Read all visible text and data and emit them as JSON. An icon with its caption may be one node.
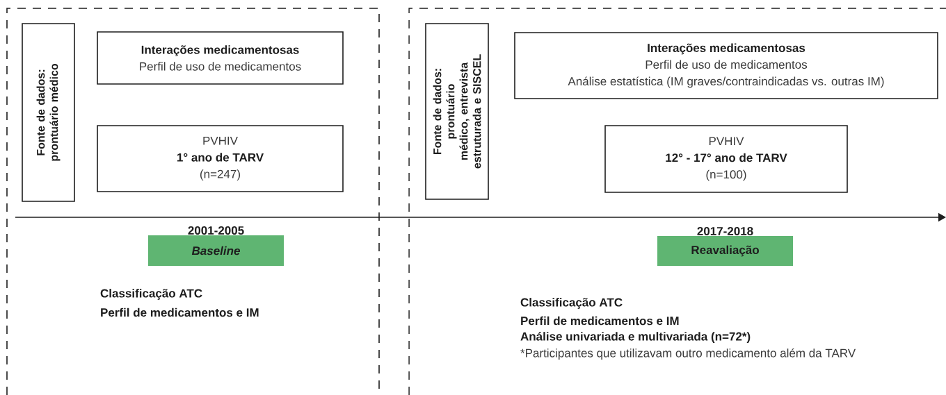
{
  "diagram": {
    "nodes": [
      {
        "text": [],
        "shape": "box"
      },
      {
        "text": [
          "Fonte de dados: prontuário médico"
        ],
        "in": 0
      },
      {
        "text": [
          "Interações medicamentosas",
          "Perfil de uso de medicamentos"
        ],
        "in": 0
      },
      {
        "text": [
          "PVHIV",
          "1° ano de TARV",
          "(n=247)"
        ],
        "in": 0
      },
      {
        "text": [
          "Baseline"
        ],
        "in": 0,
        "beside": [
          "2001-2005"
        ]
      },
      {
        "text": [],
        "shape": "box"
      },
      {
        "text": [
          "Fonte de dados: prontuário médico, entrevista estruturada e SISCEL"
        ],
        "in": 5
      },
      {
        "text": [
          "Interações medicamentosas",
          "Perfil de uso de medicamentos",
          "Análise estatística (IM graves/contraindicadas vs. outras IM)"
        ],
        "in": 5
      },
      {
        "text": [
          "PVHIV",
          "12° - 17° ano de TARV",
          "(n=100)"
        ],
        "in": 5
      },
      {
        "text": [
          "Reavaliação"
        ],
        "in": 5,
        "beside": [
          "2017-2018"
        ]
      }
    ],
    "labels": [
      "Classificação ATC",
      "Perfil de medicamentos e IM",
      "Classificação ATC",
      "Perfil de medicamentos e IM",
      "Análise univariada e multivariada (n=72*)",
      "*Participantes que utilizavam outro medicamento além da TARV"
    ]
  }
}
